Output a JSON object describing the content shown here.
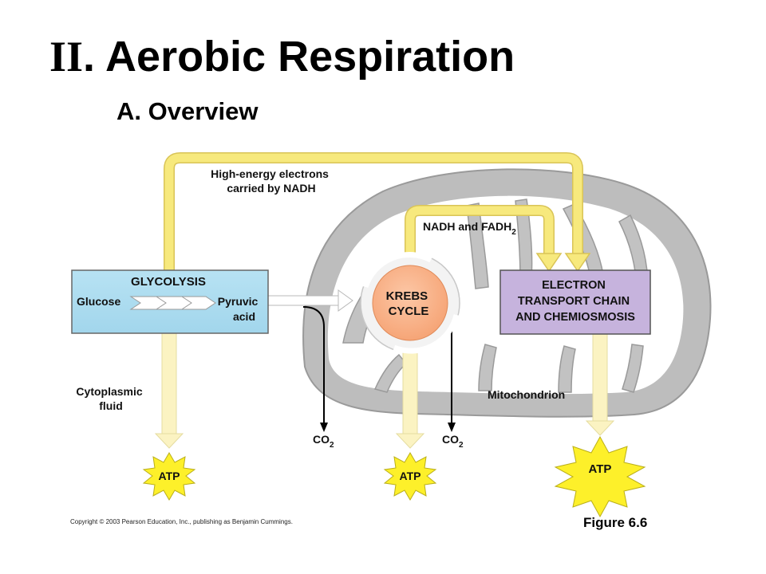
{
  "title": {
    "numeral": "II",
    "text": ". Aerobic Respiration"
  },
  "subtitle": "A. Overview",
  "diagram": {
    "top_arrow_label": [
      "High-energy electrons",
      "carried by NADH"
    ],
    "nadh_fadh_label": {
      "base": "NADH and FADH",
      "sub": "2"
    },
    "glycolysis": {
      "title": "GLYCOLYSIS",
      "input": "Glucose",
      "output": [
        "Pyruvic",
        "acid"
      ]
    },
    "krebs": [
      "KREBS",
      "CYCLE"
    ],
    "etc": [
      "ELECTRON",
      "TRANSPORT CHAIN",
      "AND CHEMIOSMOSIS"
    ],
    "cytoplasm_label": [
      "Cytoplasmic",
      "fluid"
    ],
    "mitochondrion_label": "Mitochondrion",
    "co2": {
      "base": "CO",
      "sub": "2"
    },
    "atp": "ATP"
  },
  "colors": {
    "arrow_yellow": "#f7e97d",
    "glycolysis_box": "#a9dcf0",
    "etc_box": "#c6b3dd",
    "krebs_circle": "#f8b690",
    "mitochondrion": "#bdbdbd",
    "atp_burst": "#fdf02a"
  },
  "footer": {
    "copyright": "Copyright © 2003 Pearson Education, Inc., publishing as Benjamin Cummings.",
    "figure": "Figure 6.6"
  }
}
